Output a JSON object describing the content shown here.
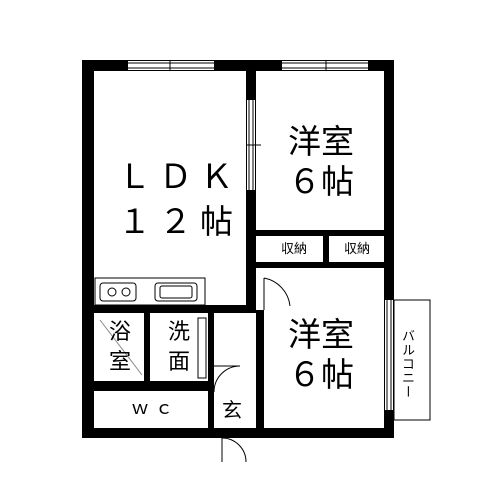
{
  "rooms": {
    "ldk": {
      "name": "ＬＤＫ",
      "size": "１２帖"
    },
    "western_room_1": {
      "name": "洋室",
      "size": "６帖"
    },
    "western_room_2": {
      "name": "洋室",
      "size": "６帖"
    },
    "storage_1": {
      "name": "収納"
    },
    "storage_2": {
      "name": "収納"
    },
    "bathroom": {
      "line1": "浴",
      "line2": "室"
    },
    "washroom": {
      "line1": "洗",
      "line2": "面"
    },
    "toilet": {
      "name": "ｗｃ"
    },
    "entrance": {
      "name": "玄"
    },
    "balcony": {
      "name": "バルコニー"
    }
  },
  "colors": {
    "wall": "#000000",
    "background": "#ffffff",
    "fixture": "#666666"
  }
}
